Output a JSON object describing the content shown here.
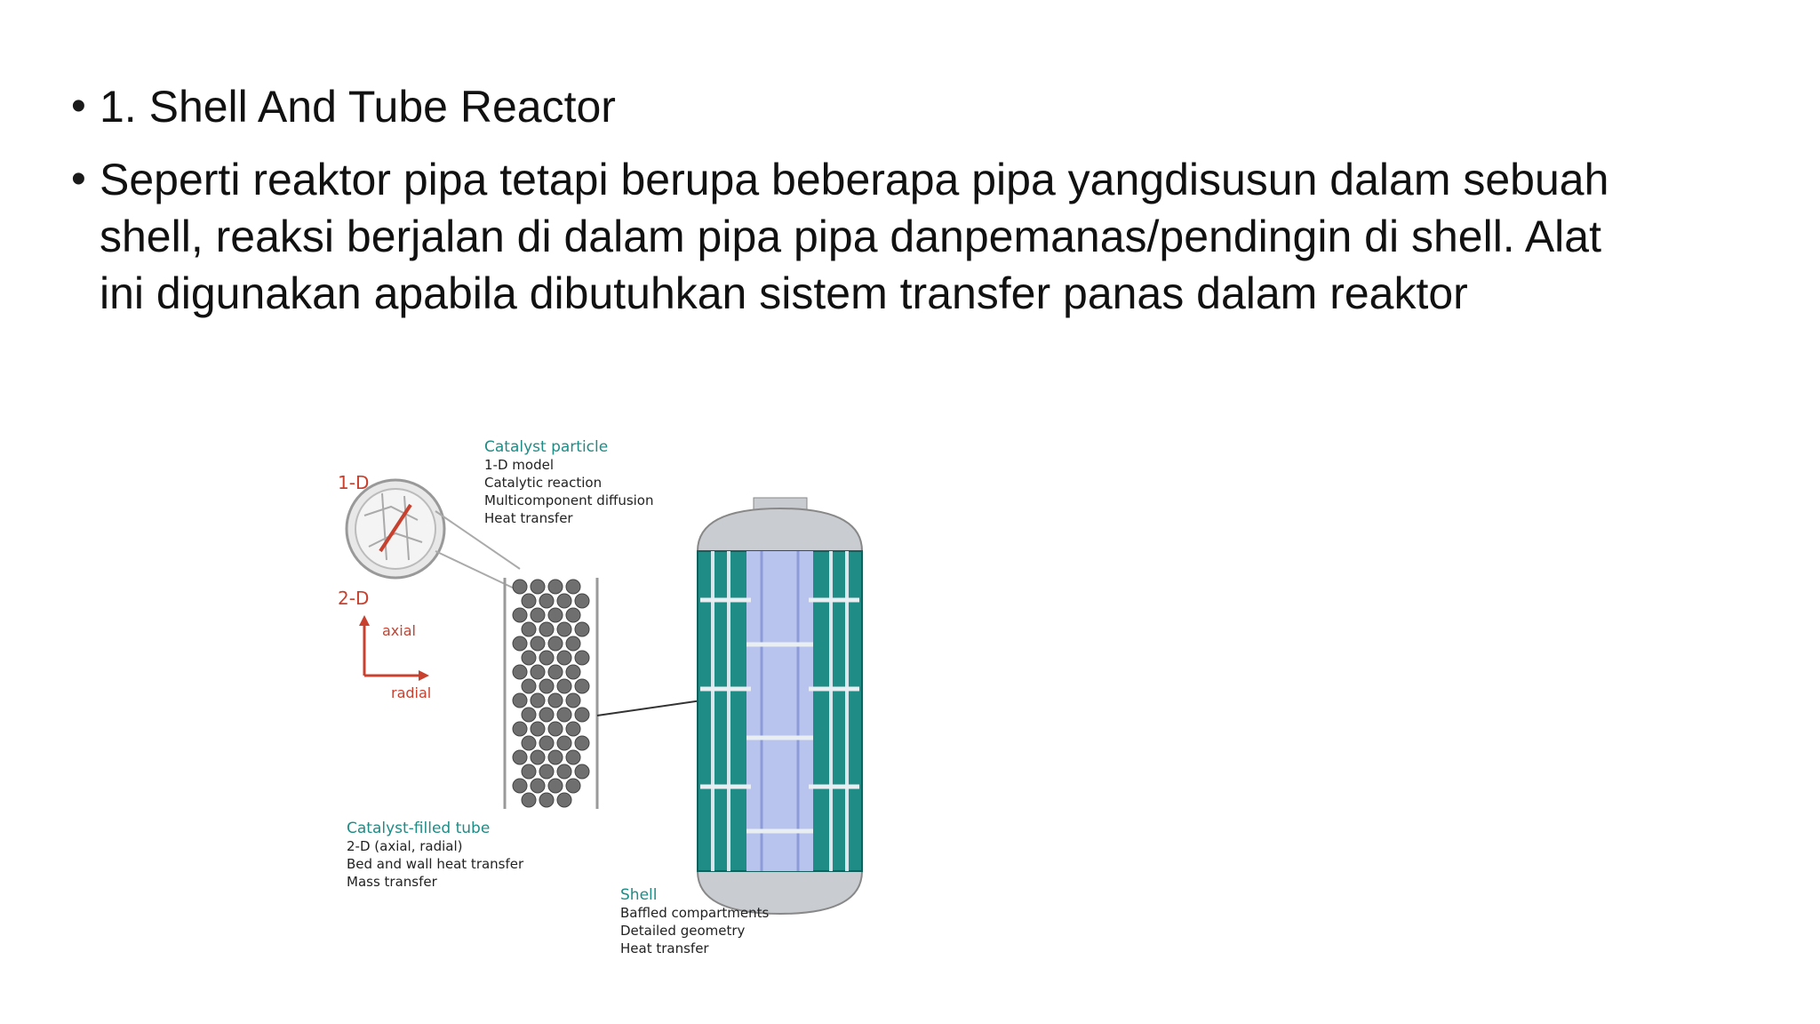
{
  "slide": {
    "bullets": [
      {
        "text": "1. Shell And Tube Reactor"
      },
      {
        "text": "Seperti reaktor pipa tetapi berupa beberapa pipa yangdisusun dalam sebuah shell, reaksi berjalan di dalam pipa pipa danpemanas/pendingin di shell. Alat ini digunakan apabila dibutuhkan sistem transfer panas dalam reaktor"
      }
    ],
    "bullet_glyph": "•"
  },
  "figure": {
    "particle": {
      "title": "Catalyst particle",
      "lines": [
        "1-D model",
        "Catalytic reaction",
        "Multicomponent diffusion",
        "Heat transfer"
      ]
    },
    "label_1d": "1-D",
    "label_2d": "2-D",
    "axis_axial": "axial",
    "axis_radial": "radial",
    "tube": {
      "title": "Catalyst-filled tube",
      "lines": [
        "2-D (axial, radial)",
        "Bed and wall heat transfer",
        "Mass transfer"
      ]
    },
    "shell": {
      "title": "Shell",
      "lines": [
        "Baffled compartments",
        "Detailed geometry",
        "Heat transfer"
      ]
    },
    "colors": {
      "teal": "#1f8c86",
      "tube_light": "#b9c4ee",
      "red": "#c8412f",
      "shell_metal": "#c9ccd0"
    }
  }
}
